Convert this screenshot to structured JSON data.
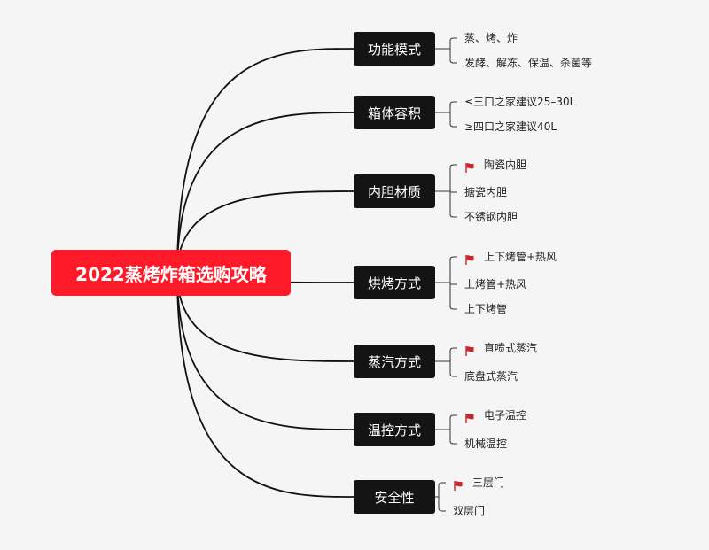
{
  "root": {
    "label": "2022蒸烤炸箱选购攻略"
  },
  "categories": [
    {
      "label": "功能模式",
      "items": [
        {
          "text": "蒸、烤、炸",
          "flag": false
        },
        {
          "text": "发酵、解冻、保温、杀菌等",
          "flag": false
        }
      ]
    },
    {
      "label": "箱体容积",
      "items": [
        {
          "text": "≤三口之家建议25–30L",
          "flag": false
        },
        {
          "text": "≥四口之家建议40L",
          "flag": false
        }
      ]
    },
    {
      "label": "内胆材质",
      "items": [
        {
          "text": "陶瓷内胆",
          "flag": true
        },
        {
          "text": "搪瓷内胆",
          "flag": false
        },
        {
          "text": "不锈钢内胆",
          "flag": false
        }
      ]
    },
    {
      "label": "烘烤方式",
      "items": [
        {
          "text": "上下烤管+热风",
          "flag": true
        },
        {
          "text": "上烤管+热风",
          "flag": false
        },
        {
          "text": "上下烤管",
          "flag": false
        }
      ]
    },
    {
      "label": "蒸汽方式",
      "items": [
        {
          "text": "直喷式蒸汽",
          "flag": true
        },
        {
          "text": "底盘式蒸汽",
          "flag": false
        }
      ]
    },
    {
      "label": "温控方式",
      "items": [
        {
          "text": "电子温控",
          "flag": true
        },
        {
          "text": "机械温控",
          "flag": false
        }
      ]
    },
    {
      "label": "安全性",
      "items": [
        {
          "text": "三层门",
          "flag": true
        },
        {
          "text": "双层门",
          "flag": false
        }
      ]
    }
  ],
  "colors": {
    "root_bg": "#ff1a2a",
    "node_bg": "#141414",
    "flag": "#c8252c",
    "line": "#111111"
  }
}
